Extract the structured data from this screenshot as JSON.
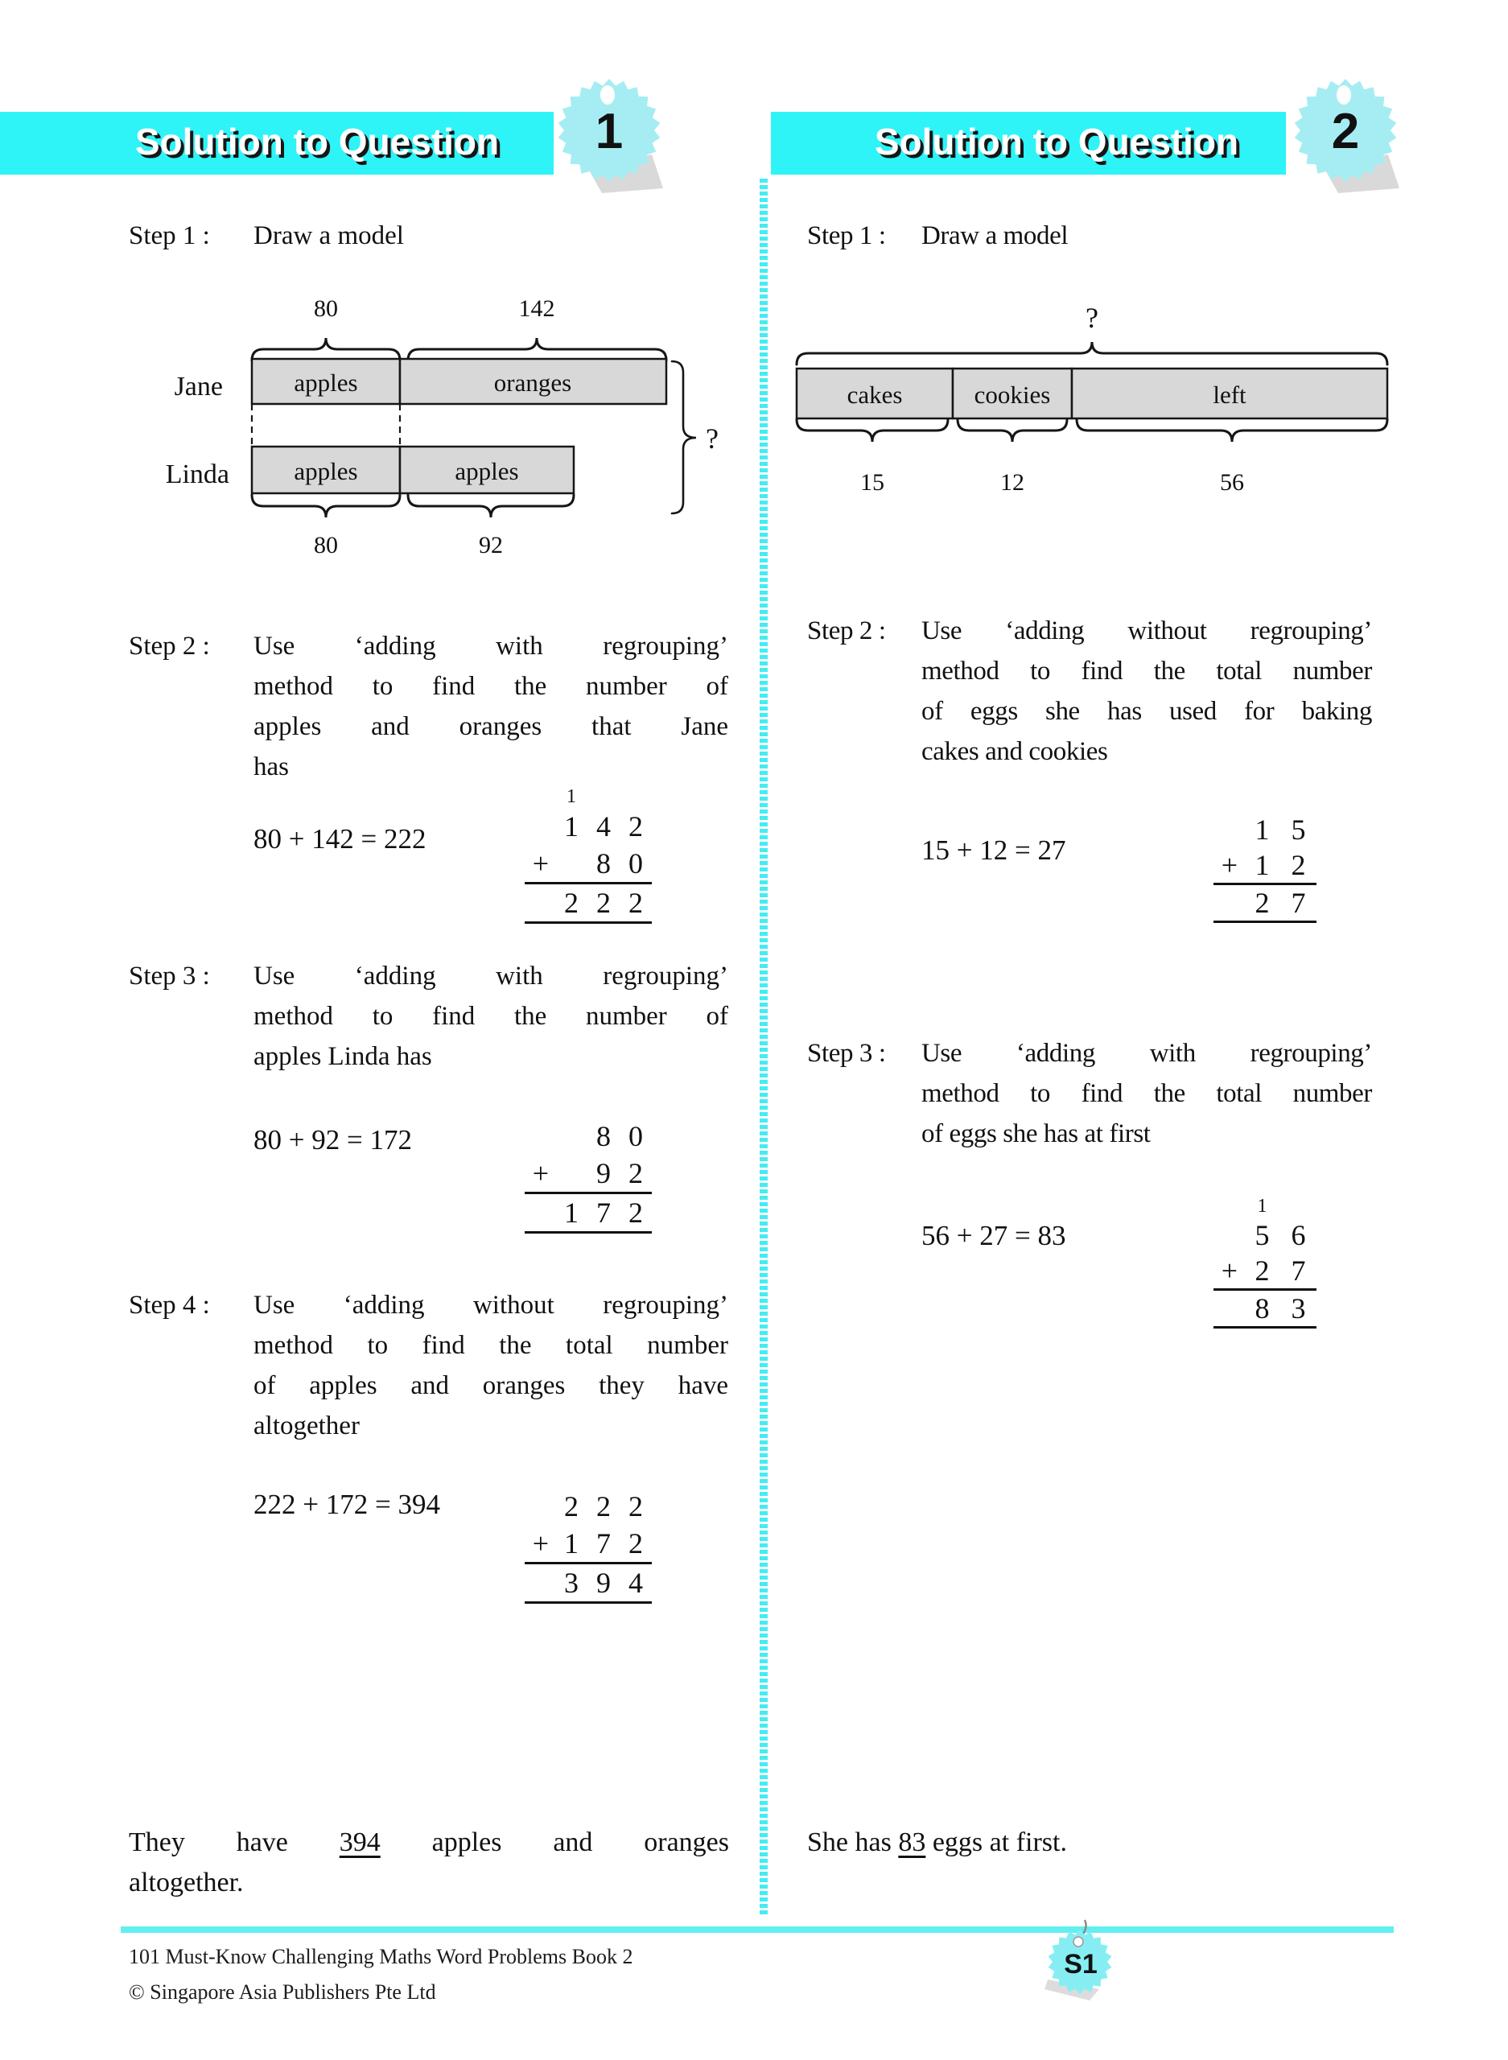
{
  "banner": {
    "left_title": "Solution to Question",
    "left_number": "1",
    "right_title": "Solution to Question",
    "right_number": "2"
  },
  "q1": {
    "step1_label": "Step 1 :",
    "step1_text": "Draw a model",
    "model": {
      "top_left": "80",
      "top_right": "142",
      "row1": "Jane",
      "row2": "Linda",
      "seg11": "apples",
      "seg12": "oranges",
      "seg21": "apples",
      "seg22": "apples",
      "bottom_left": "80",
      "bottom_right": "92",
      "question": "?"
    },
    "step2_label": "Step 2 :",
    "step2_lines": [
      "Use ‘adding with regrouping’",
      "method to find the number of",
      "apples and oranges that Jane",
      "has"
    ],
    "eq2": "80 + 142 = 222",
    "add2": {
      "carry": "1",
      "top": [
        "1",
        "4",
        "2"
      ],
      "plus": "+",
      "bottom": [
        "8",
        "0"
      ],
      "sum": [
        "2",
        "2",
        "2"
      ]
    },
    "step3_label": "Step 3 :",
    "step3_lines": [
      "Use ‘adding with regrouping’",
      "method to find the number of",
      "apples Linda has"
    ],
    "eq3": "80 + 92 = 172",
    "add3": {
      "top": [
        "8",
        "0"
      ],
      "plus": "+",
      "bottom": [
        "9",
        "2"
      ],
      "sum": [
        "1",
        "7",
        "2"
      ]
    },
    "step4_label": "Step 4 :",
    "step4_lines": [
      "Use ‘adding without regrouping’",
      "method to find the total number",
      "of apples and oranges they have",
      "altogether"
    ],
    "eq4": "222 + 172 = 394",
    "add4": {
      "top": [
        "2",
        "2",
        "2"
      ],
      "plus": "+",
      "bottom": [
        "1",
        "7",
        "2"
      ],
      "sum": [
        "3",
        "9",
        "4"
      ]
    },
    "conclusion": {
      "pre": "They have ",
      "value": "394",
      "post": " apples and oranges",
      "line2": "altogether."
    }
  },
  "q2": {
    "step1_label": "Step 1 :",
    "step1_text": "Draw a model",
    "model": {
      "question": "?",
      "seg1": "cakes",
      "seg2": "cookies",
      "seg3": "left",
      "val1": "15",
      "val2": "12",
      "val3": "56"
    },
    "step2_label": "Step 2 :",
    "step2_lines": [
      "Use ‘adding without regrouping’",
      "method to find the total number",
      "of eggs she has used for baking",
      "cakes and cookies"
    ],
    "eq2": "15 + 12 = 27",
    "add2": {
      "top": [
        "1",
        "5"
      ],
      "plus": "+",
      "bottom": [
        "1",
        "2"
      ],
      "sum": [
        "2",
        "7"
      ]
    },
    "step3_label": "Step 3 :",
    "step3_lines": [
      "Use ‘adding with regrouping’",
      "method to find the total number",
      "of eggs she has at first"
    ],
    "eq3": "56 + 27 = 83",
    "add3": {
      "carry": "1",
      "top": [
        "5",
        "6"
      ],
      "plus": "+",
      "bottom": [
        "2",
        "7"
      ],
      "sum": [
        "8",
        "3"
      ]
    },
    "conclusion": {
      "pre": "She has ",
      "value": "83",
      "post": " eggs at first."
    }
  },
  "footer": {
    "line1": "101 Must-Know Challenging Maths Word Problems Book 2",
    "line2": "© Singapore Asia Publishers Pte Ltd",
    "page_badge": "S1"
  },
  "colors": {
    "banner_cyan": "#2ef3f7",
    "badge_cyan": "#a6edf3",
    "divider_cyan": "#45ecf2",
    "rule_cyan": "#63efef",
    "bar_gray": "#d8d8d8"
  }
}
